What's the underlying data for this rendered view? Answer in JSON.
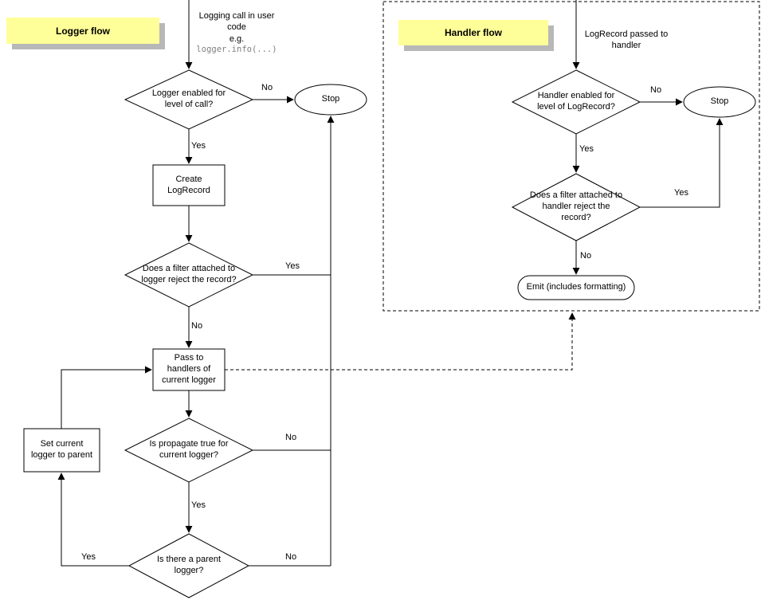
{
  "edges": {
    "yes": "Yes",
    "no": "No"
  },
  "logger": {
    "title": "Logger flow",
    "entry": {
      "line1": "Logging call in user code",
      "prefix": "e.g.",
      "code": "logger.info(...)"
    },
    "enabled_question": "Logger enabled for level of call?",
    "stop": "Stop",
    "create_record": "Create LogRecord",
    "filter_question": "Does a filter attached to logger reject the record?",
    "pass_handlers": "Pass to handlers of current logger",
    "propagate_question": "Is propagate true for current logger?",
    "parent_question": "Is there a parent logger?",
    "set_parent": "Set current logger to parent"
  },
  "handler": {
    "title": "Handler flow",
    "entry": "LogRecord passed to handler",
    "enabled_question": "Handler enabled for level of LogRecord?",
    "stop": "Stop",
    "filter_question": "Does a filter attached to handler reject the record?",
    "emit": "Emit (includes formatting)"
  }
}
